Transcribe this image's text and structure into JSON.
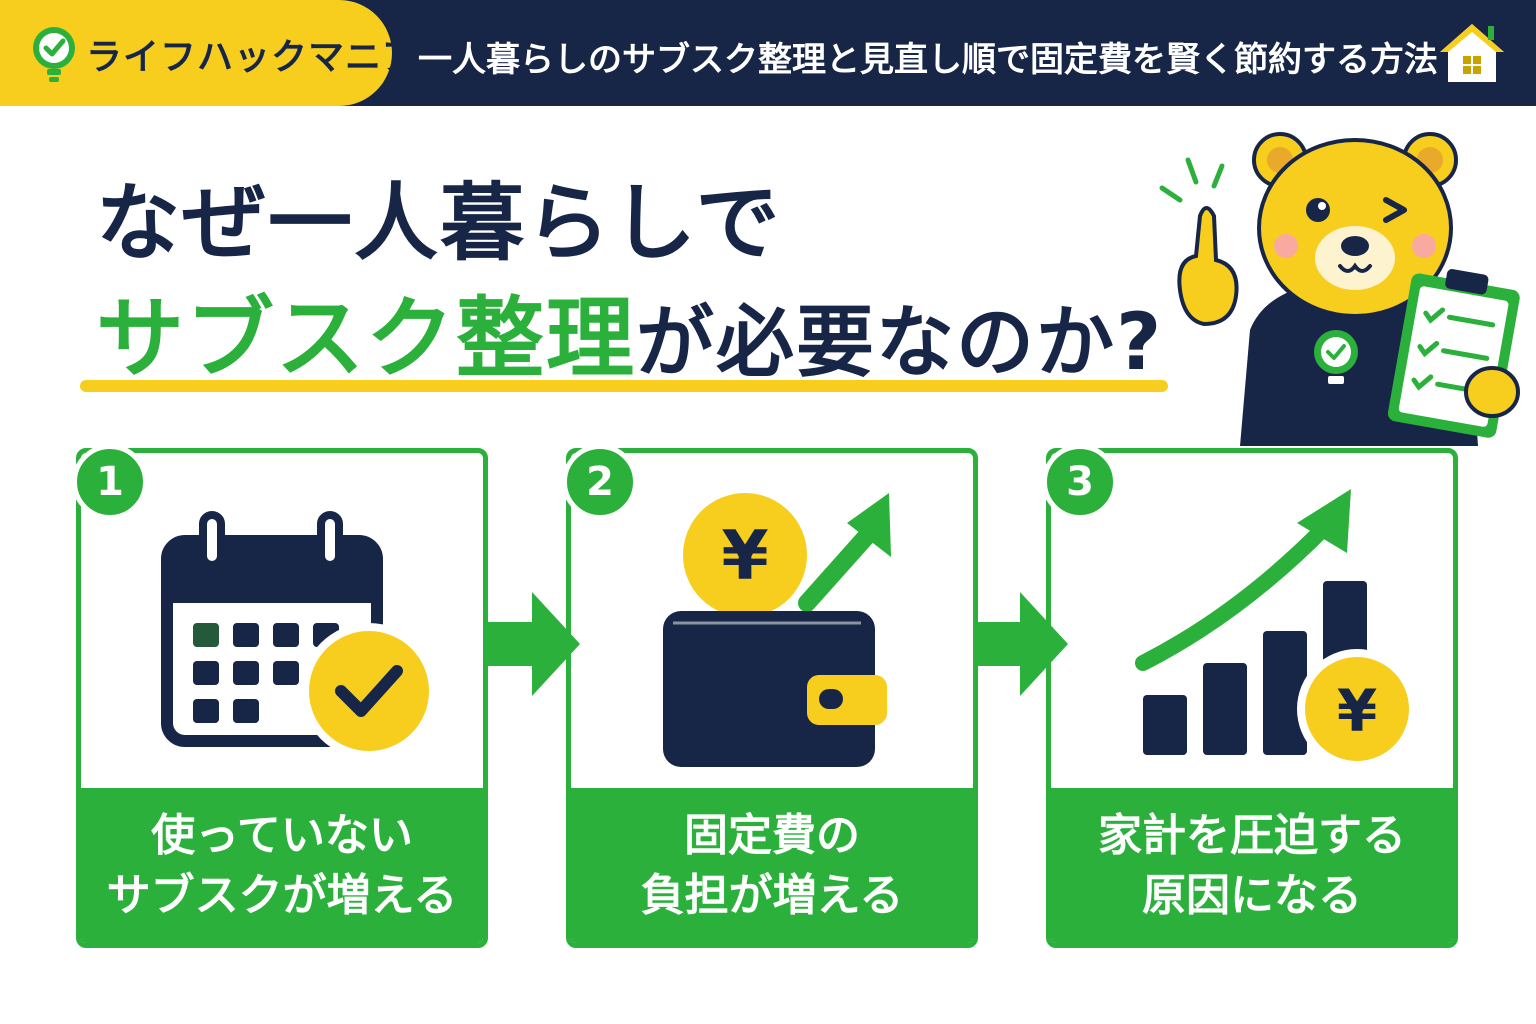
{
  "header": {
    "brand_name": "ライフハックマニア",
    "title": "一人暮らしのサブスク整理と見直し順で固定費を賢く節約する方法",
    "brand_icon": "lightbulb-check-icon",
    "home_icon": "home-icon"
  },
  "headline": {
    "line1": "なぜ一人暮らしで",
    "line2_highlight": "サブスク整理",
    "line2_rest": "が必要なのか?"
  },
  "cards": [
    {
      "number": "1",
      "icon": "calendar-check-icon",
      "caption_line1": "使っていない",
      "caption_line2": "サブスクが増える"
    },
    {
      "number": "2",
      "icon": "wallet-yen-icon",
      "caption_line1": "固定費の",
      "caption_line2": "負担が増える"
    },
    {
      "number": "3",
      "icon": "growth-chart-yen-icon",
      "caption_line1": "家計を圧迫する",
      "caption_line2": "原因になる"
    }
  ],
  "illustration": {
    "yen_symbol": "¥"
  },
  "colors": {
    "navy": "#172647",
    "green": "#2bb13b",
    "yellow": "#f7ce1e",
    "white": "#ffffff"
  }
}
